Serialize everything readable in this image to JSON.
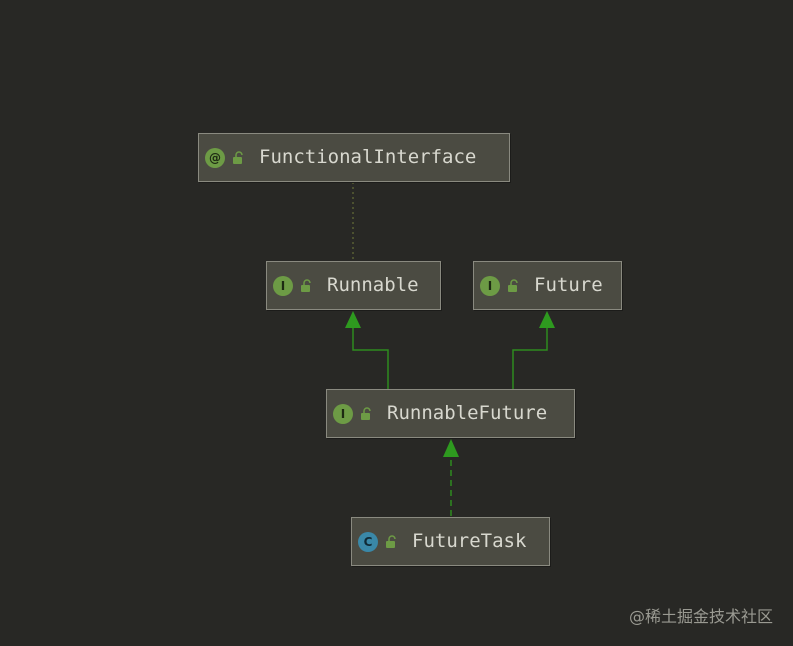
{
  "diagram": {
    "nodes": [
      {
        "id": "functional-interface",
        "kind": "annotation",
        "badge": "@",
        "label": "FunctionalInterface"
      },
      {
        "id": "runnable",
        "kind": "interface",
        "badge": "I",
        "label": "Runnable"
      },
      {
        "id": "future",
        "kind": "interface",
        "badge": "I",
        "label": "Future"
      },
      {
        "id": "runnable-future",
        "kind": "interface",
        "badge": "I",
        "label": "RunnableFuture"
      },
      {
        "id": "future-task",
        "kind": "class",
        "badge": "C",
        "label": "FutureTask"
      }
    ],
    "edges": [
      {
        "from": "runnable",
        "to": "functional-interface",
        "style": "dotted",
        "arrow": false
      },
      {
        "from": "runnable-future",
        "to": "runnable",
        "style": "solid",
        "arrow": true
      },
      {
        "from": "runnable-future",
        "to": "future",
        "style": "solid",
        "arrow": true
      },
      {
        "from": "future-task",
        "to": "runnable-future",
        "style": "dashed",
        "arrow": true
      }
    ],
    "icons": {
      "annotation": "annotation-type-icon",
      "interface": "interface-icon",
      "class": "class-icon",
      "visibility": "public-unlocked-icon"
    },
    "colors": {
      "background": "#282825",
      "node_fill": "#4b4b42",
      "edge_green": "#2e8b1f",
      "dotted_edge": "#6f7a3a"
    }
  },
  "watermark": "@稀土掘金技术社区"
}
